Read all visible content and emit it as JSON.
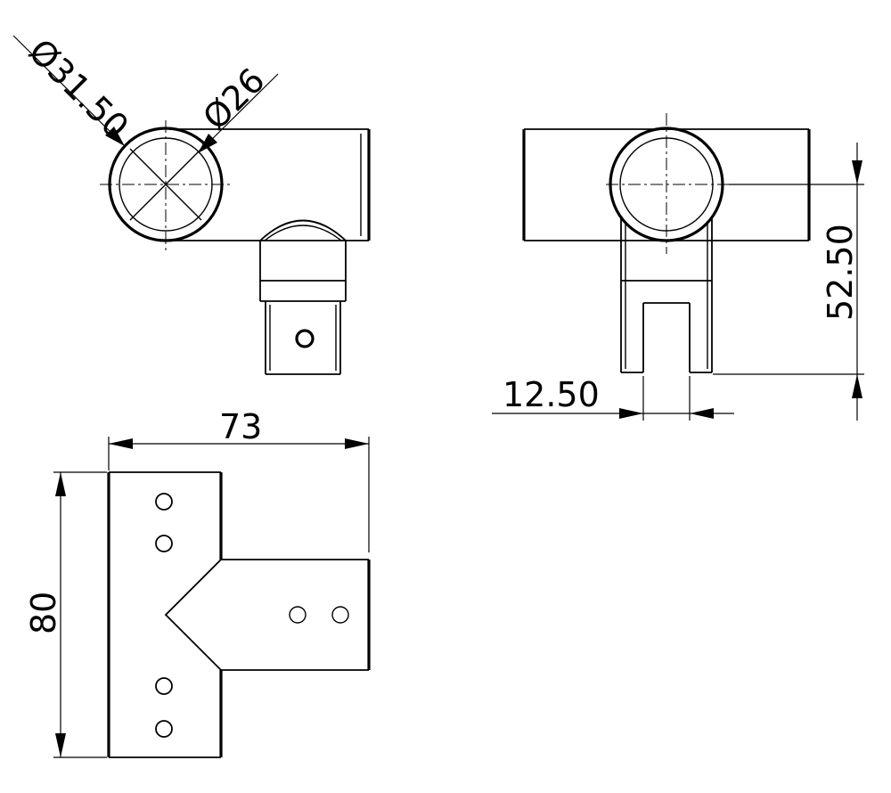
{
  "dimensions": {
    "outer_diameter": "Ø31.50",
    "inner_diameter": "Ø26",
    "height_offset": "52.50",
    "slot_width": "12.50",
    "overall_width": "73",
    "overall_height": "80"
  }
}
